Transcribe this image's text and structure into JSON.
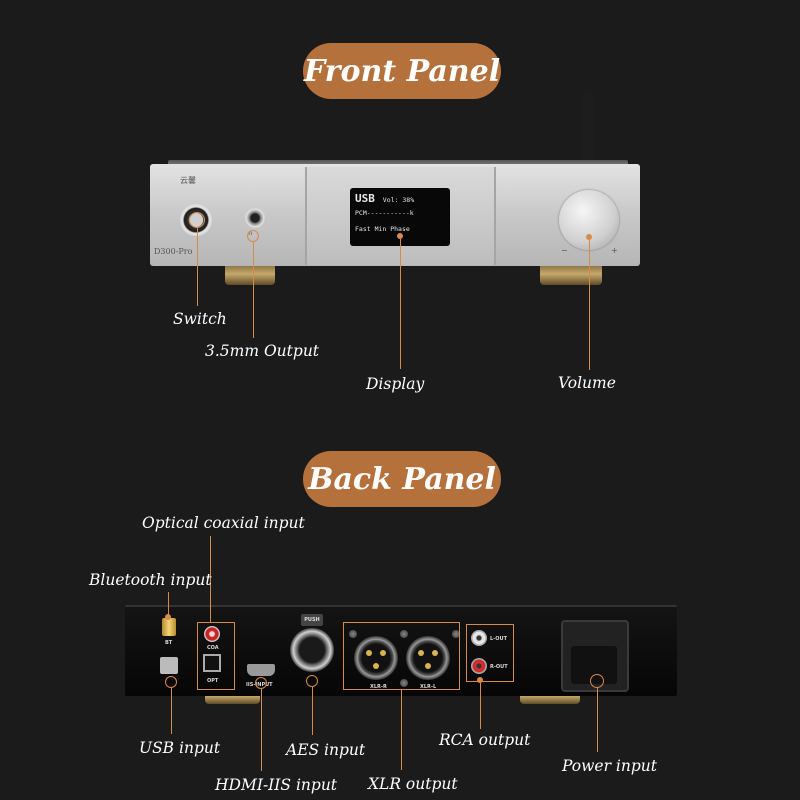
{
  "headings": {
    "front": "Front Panel",
    "back": "Back Panel"
  },
  "device": {
    "brand_mark": "云馨",
    "model": "D300-Pro",
    "knob_minus": "−",
    "knob_plus": "+",
    "jack_icon": "∩",
    "screen": {
      "line1_main": "USB",
      "line1_vol": "Vol: 38%",
      "line2": "PCM-----------k",
      "line3": "Fast Min Phase"
    },
    "back_ports": {
      "bt": "BT",
      "coa": "COA",
      "opt": "OPT",
      "hdmi": "IIS-INPUT",
      "push": "PUSH",
      "xlr_r": "XLR-R",
      "xlr_l": "XLR-L",
      "l_out": "L-OUT",
      "r_out": "R-OUT"
    }
  },
  "front_labels": {
    "switch": "Switch",
    "output_35mm": "3.5mm Output",
    "display": "Display",
    "volume": "Volume"
  },
  "back_labels": {
    "optical_coaxial": "Optical coaxial input",
    "bluetooth": "Bluetooth input",
    "usb": "USB input",
    "hdmi_iis": "HDMI-IIS input",
    "aes": "AES input",
    "xlr": "XLR output",
    "rca": "RCA output",
    "power": "Power input"
  },
  "colors": {
    "accent": "#b5713c",
    "callout": "#d88a48",
    "background": "#1b1b1b"
  }
}
